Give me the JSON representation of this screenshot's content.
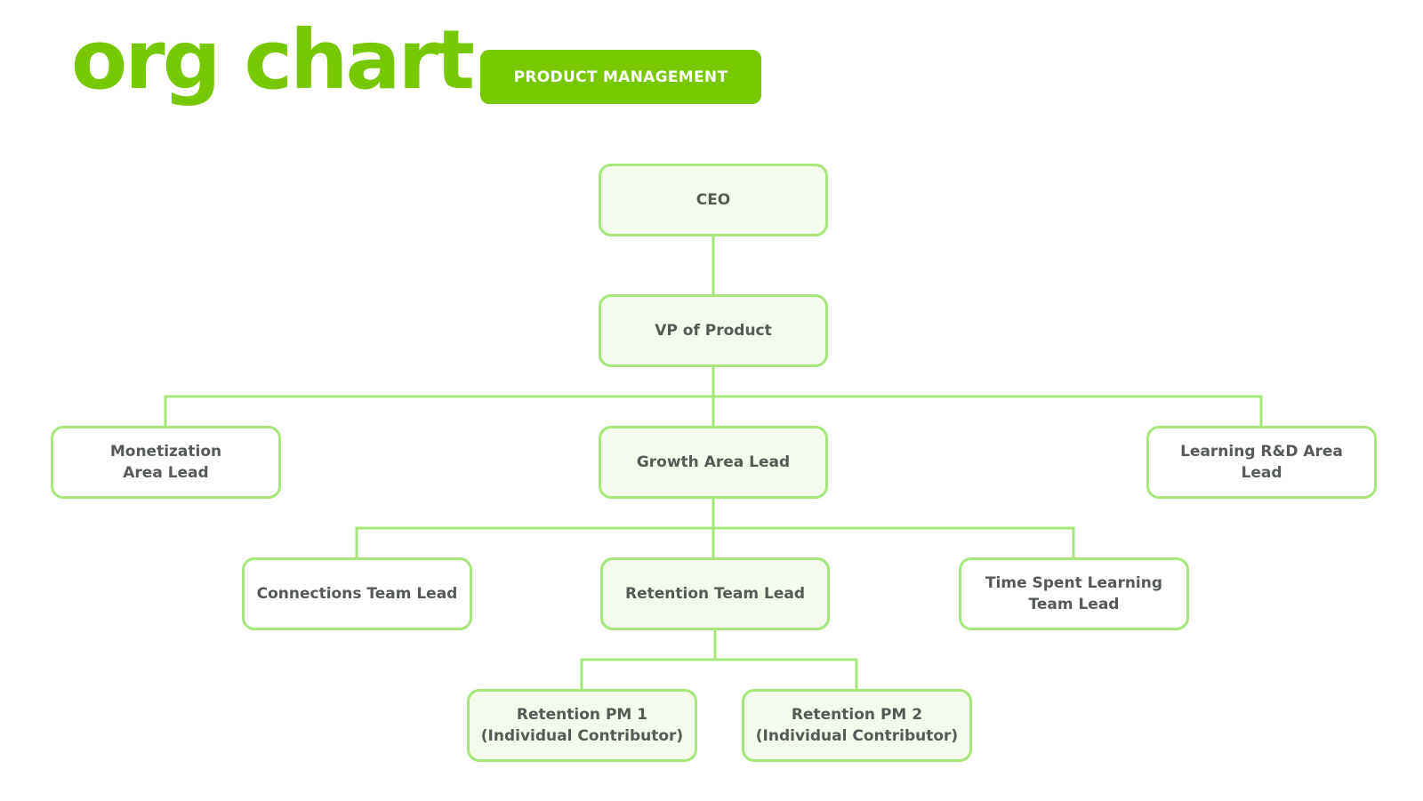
{
  "header": {
    "title": "org chart",
    "badge": "PRODUCT MANAGEMENT"
  },
  "colors": {
    "accent": "#78c800",
    "node_border": "#a6e67a",
    "node_fill_highlight": "#f4fbec",
    "node_text": "#555a56"
  },
  "nodes": {
    "ceo": "CEO",
    "vp": "VP of Product",
    "monetization": "Monetization\nArea Lead",
    "growth": "Growth Area Lead",
    "learning": "Learning R&D Area\nLead",
    "connections": "Connections Team Lead",
    "retention": "Retention Team Lead",
    "timespent": "Time Spent Learning\nTeam Lead",
    "pm1": "Retention PM 1\n(Individual Contributor)",
    "pm2": "Retention PM 2\n(Individual Contributor)"
  }
}
